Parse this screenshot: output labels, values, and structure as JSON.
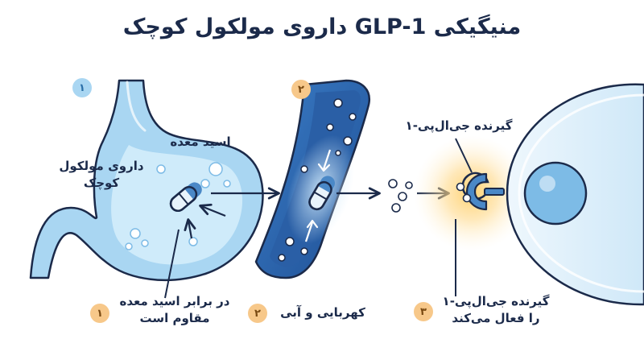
{
  "title": "منیگیکی GLP-1 داروی مولکول کوچک",
  "stages": [
    {
      "top_badge": "۱",
      "bottom_badge": "۱",
      "label_acid": "اسید معده",
      "label_drug_line1": "داروی مولکول",
      "label_drug_line2": "کوچک",
      "caption_line1": "در برابر اسید معده",
      "caption_line2": "مقاوم است"
    },
    {
      "top_badge": "۲",
      "bottom_badge": "۲",
      "caption": "کهربایی و آبی"
    },
    {
      "bottom_badge": "۳",
      "label_receptor": "گیرنده جی‌ال‌پی-۱",
      "caption_line1": "گیرنده جی‌ال‌پی-۱",
      "caption_line2": "را فعال می‌کند"
    }
  ],
  "colors": {
    "outline": "#1b2a4a",
    "stomach_fill": "#a9d6f2",
    "stomach_inner": "#d6eefb",
    "intestine_fill": "#2f6ab3",
    "intestine_dark": "#1e4c8f",
    "cell_fill": "#e3f1fb",
    "nucleus": "#7dbbe6",
    "glow": "#ffb84d",
    "pill_light": "#e8f3fb",
    "pill_dark": "#4a88c7"
  },
  "icons": [
    "stomach",
    "intestine",
    "cell",
    "receptor",
    "pill",
    "arrow"
  ]
}
